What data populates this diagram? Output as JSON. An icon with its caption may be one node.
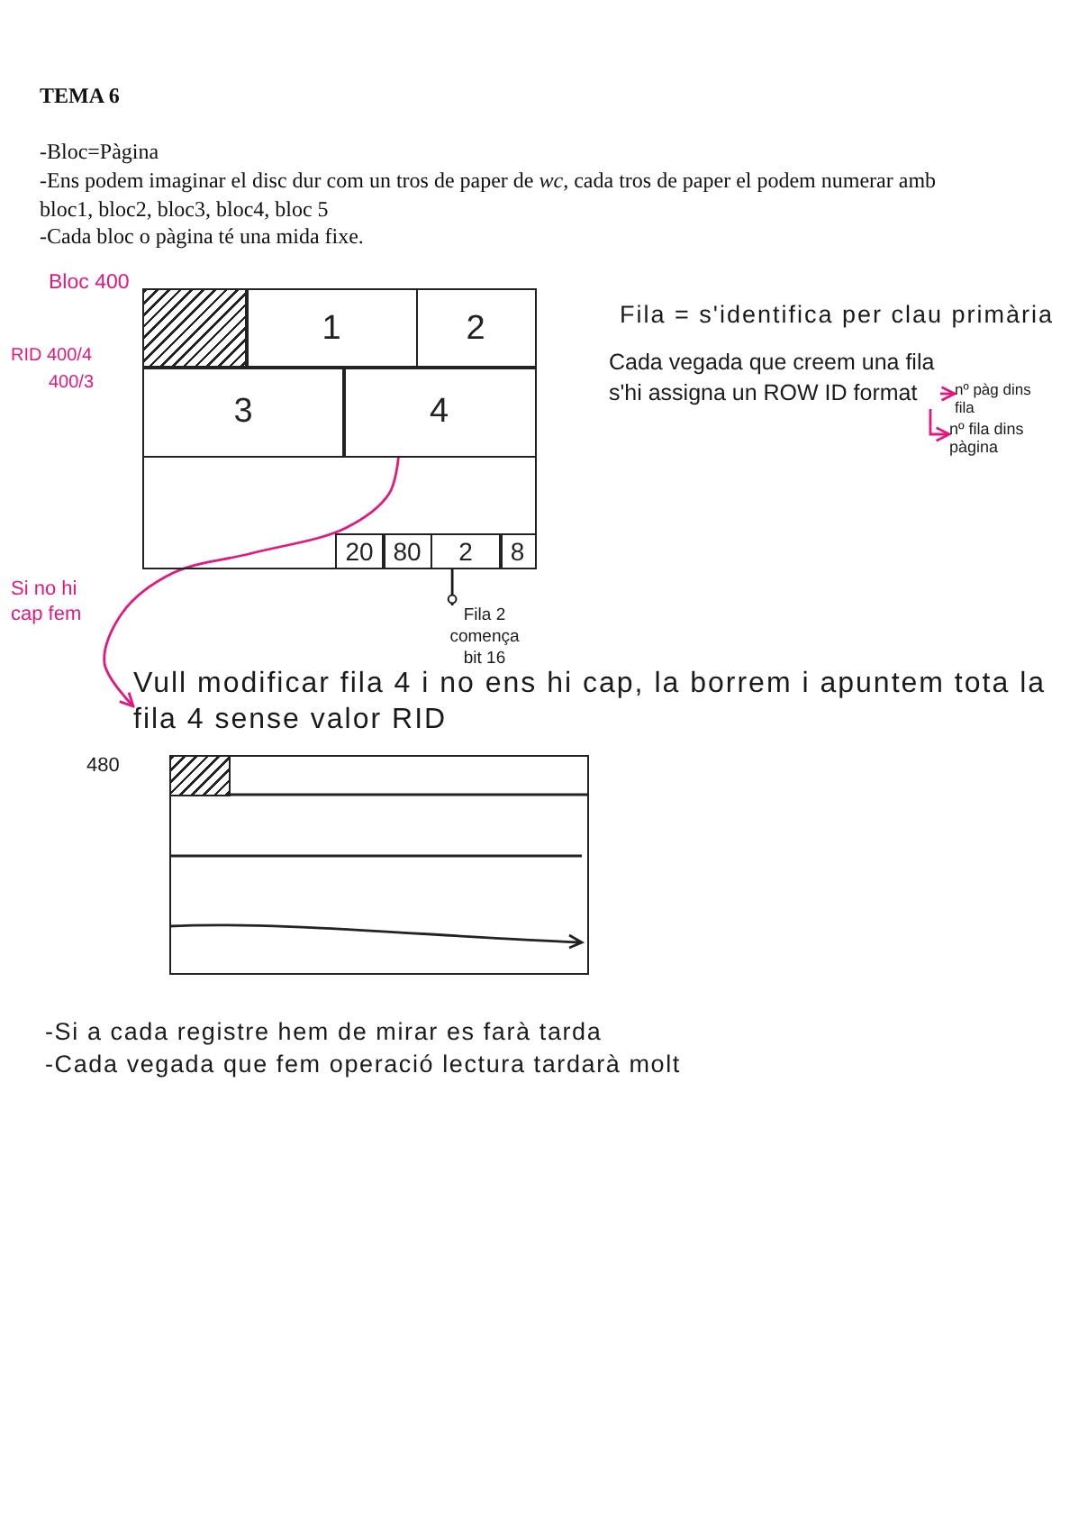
{
  "diagram": {
    "title": "TEMA 6",
    "nodes": [
      {
        "text": [
          "Bloc 400"
        ],
        "beside": [
          "RID 400/4",
          "400/3"
        ]
      },
      {
        "text": [],
        "shape": "box",
        "in": 0
      },
      {
        "text": [
          "1"
        ],
        "in": 0
      },
      {
        "text": [
          "2"
        ],
        "in": 0
      },
      {
        "text": [
          "3"
        ],
        "in": 0
      },
      {
        "text": [
          "4"
        ],
        "in": 0
      },
      {
        "text": [
          "20"
        ],
        "in": 0
      },
      {
        "text": [
          "80"
        ],
        "in": 0
      },
      {
        "text": [
          "2"
        ],
        "in": 0
      },
      {
        "text": [
          "8"
        ],
        "in": 0
      },
      {
        "text": [
          "Cada vegada que creem una fila s'hi assigna un ROW ID format"
        ]
      },
      {
        "text": [
          "nº pàg dins fila"
        ]
      },
      {
        "text": [
          "nº fila dins pàgina"
        ]
      },
      {
        "text": [
          "Fila 2 comença bit 16"
        ]
      },
      {
        "text": [
          "Vull modificar fila 4 i no ens hi cap, la borrem i apuntem tota la fila 4 sense valor RID"
        ]
      },
      {
        "text": [
          "480"
        ]
      },
      {
        "text": [],
        "shape": "box",
        "in": 15
      }
    ],
    "edges": [
      {
        "from": 5,
        "to": 14,
        "arrow": "to",
        "label": "Si no hi cap fem"
      },
      {
        "from": 10,
        "to": 11,
        "arrow": "to"
      },
      {
        "from": 10,
        "to": 12,
        "arrow": "to"
      },
      {
        "from": 13,
        "to": 8,
        "arrow": "other",
        "color": "#1a1a1a"
      }
    ],
    "labels": [
      "-Bloc=Pàgina",
      "-Ens podem imaginar el disc dur com un tros de paper de *wc*, cada tros de paper el podem numerar amb bloc1, bloc2, bloc3, bloc4, bloc 5",
      "-Cada bloc o pàgina té una mida fixe.",
      "Fila = s'identifica per clau primària",
      "-Si a cada registre hem de mirar es farà tarda",
      "-Cada vegada que fem operació lectura tardarà molt"
    ]
  }
}
